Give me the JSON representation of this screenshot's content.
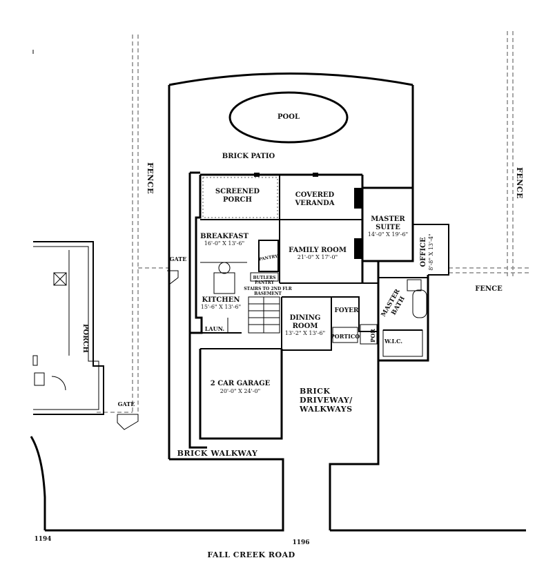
{
  "labels": {
    "pool": "POOL",
    "brick_patio": "BRICK PATIO",
    "fence_left": "FENCE",
    "fence_right": "FENCE",
    "fence_mid": "FENCE",
    "screened_porch_1": "SCREENED",
    "screened_porch_2": "PORCH",
    "covered_veranda_1": "COVERED",
    "covered_veranda_2": "VERANDA",
    "master_suite_1": "MASTER",
    "master_suite_2": "SUITE",
    "master_suite_dim": "14'-0\" X 19'-6\"",
    "office": "OFFICE",
    "office_dim": "8'-8\" X 13'-4\"",
    "breakfast": "BREAKFAST",
    "breakfast_dim": "16'-0\" X 13'-6\"",
    "pantry": "PANTRY",
    "family_room": "FAMILY ROOM",
    "family_room_dim": "21'-0\" X 17'-0\"",
    "gate_mid": "GATE",
    "butlers_pantry_1": "BUTLERS",
    "butlers_pantry_2": "PANTRY",
    "stairs_1": "STAIRS TO 2ND FLR",
    "stairs_2": "BASEMENT",
    "kitchen": "KITCHEN",
    "kitchen_dim": "15'-6\" X 13'-6\"",
    "dining_1": "DINING",
    "dining_2": "ROOM",
    "dining_dim": "13'-2\" X 13'-6\"",
    "foyer": "FOYER",
    "master_bath_1": "MASTER",
    "master_bath_2": "BATH",
    "laun": "LAUN.",
    "portico": "PORTICO",
    "por": "POR",
    "wic": "W.I.C.",
    "porch_neighbor": "PORCH",
    "garage": "2 CAR GARAGE",
    "garage_dim": "20'-0\" X 24'-0\"",
    "brick_driveway_1": "BRICK",
    "brick_driveway_2": "DRIVEWAY/",
    "brick_driveway_3": "WALKWAYS",
    "gate_bottom": "GATE",
    "brick_walkway": "BRICK WALKWAY",
    "lot_1194": "1194",
    "lot_1196": "1196",
    "street": "FALL CREEK ROAD"
  }
}
